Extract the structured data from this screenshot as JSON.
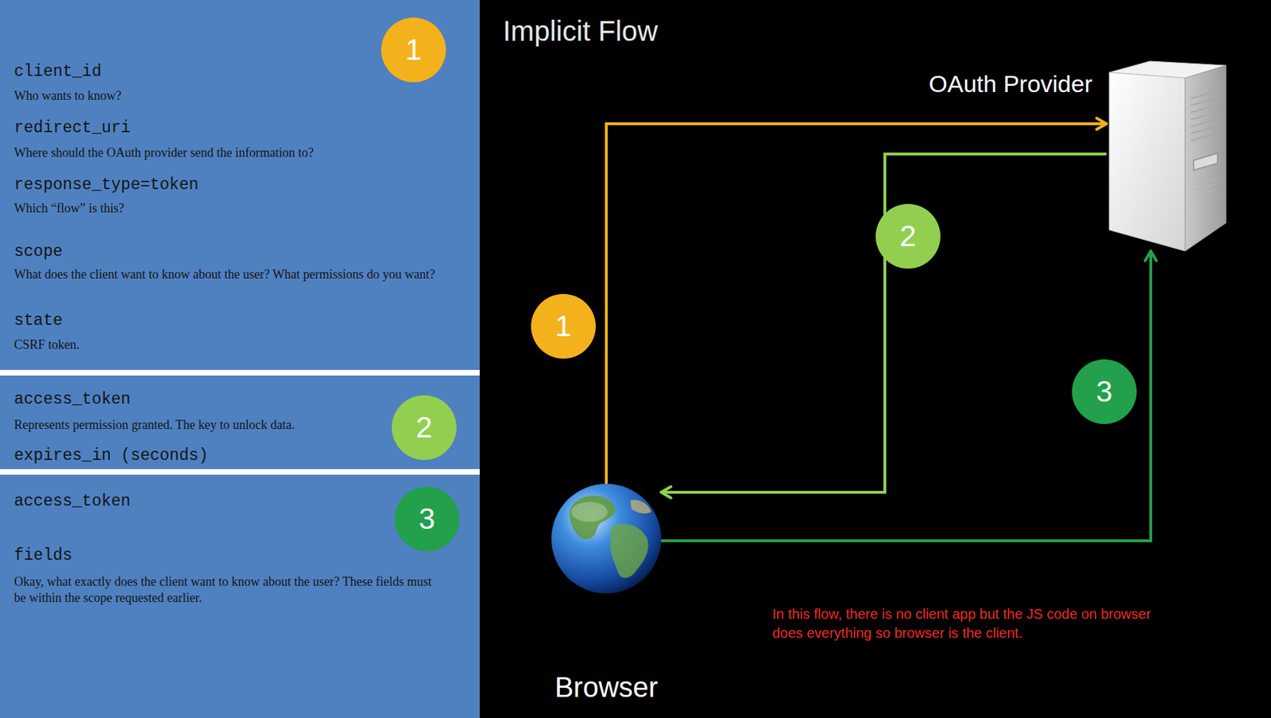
{
  "diagram": {
    "title": "Implicit Flow",
    "nodes": [
      {
        "text": [
          "client_id",
          "Who wants to know?",
          "redirect_uri",
          "Where should the OAuth provider send the information to?",
          "response_type=token",
          "Which “flow” is this?",
          "scope",
          "What does the client want to know about the user? What permissions do you want?",
          "state",
          "CSRF token."
        ]
      },
      {
        "text": [
          "access_token",
          "Represents permission granted. The key to unlock data.",
          "expires_in (seconds)"
        ]
      },
      {
        "text": [
          "access_token",
          "fields",
          "Okay, what exactly does the client want to know about the user? These fields must be within the scope requested earlier."
        ]
      },
      {
        "text": [
          "OAuth Provider"
        ]
      },
      {
        "text": [
          "Browser"
        ]
      }
    ],
    "edges": [
      {
        "from": 4,
        "to": 3,
        "arrow": "to"
      },
      {
        "from": 3,
        "to": 4,
        "arrow": "to"
      },
      {
        "from": 4,
        "to": 3,
        "arrow": "to"
      }
    ],
    "labels": [
      "1",
      "2",
      "3",
      "1",
      "2",
      "3",
      "In this flow, there is no client app but the JS code on browser does everything so browser is the client."
    ]
  }
}
